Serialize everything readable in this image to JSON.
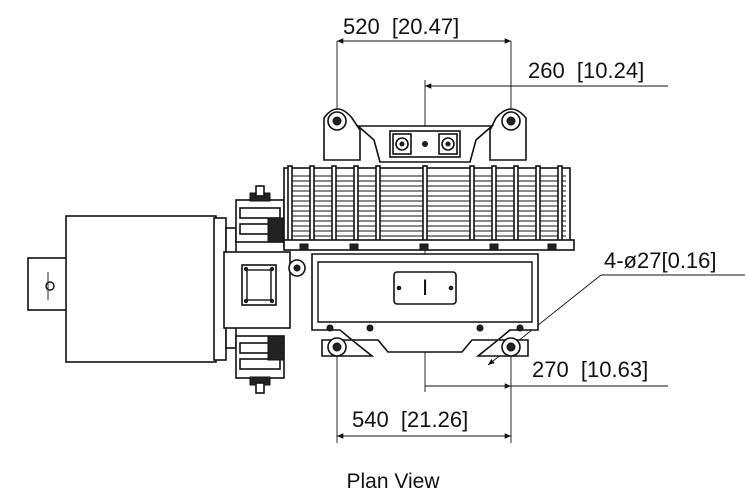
{
  "dimensions": {
    "top_overall": "520  [20.47]",
    "top_half": "260  [10.24]",
    "holes": "4-ø27[0.16]",
    "bottom_half": "270  [10.63]",
    "bottom_overall": "540  [21.26]"
  },
  "caption": "Plan View",
  "nameplate_mark": "I"
}
